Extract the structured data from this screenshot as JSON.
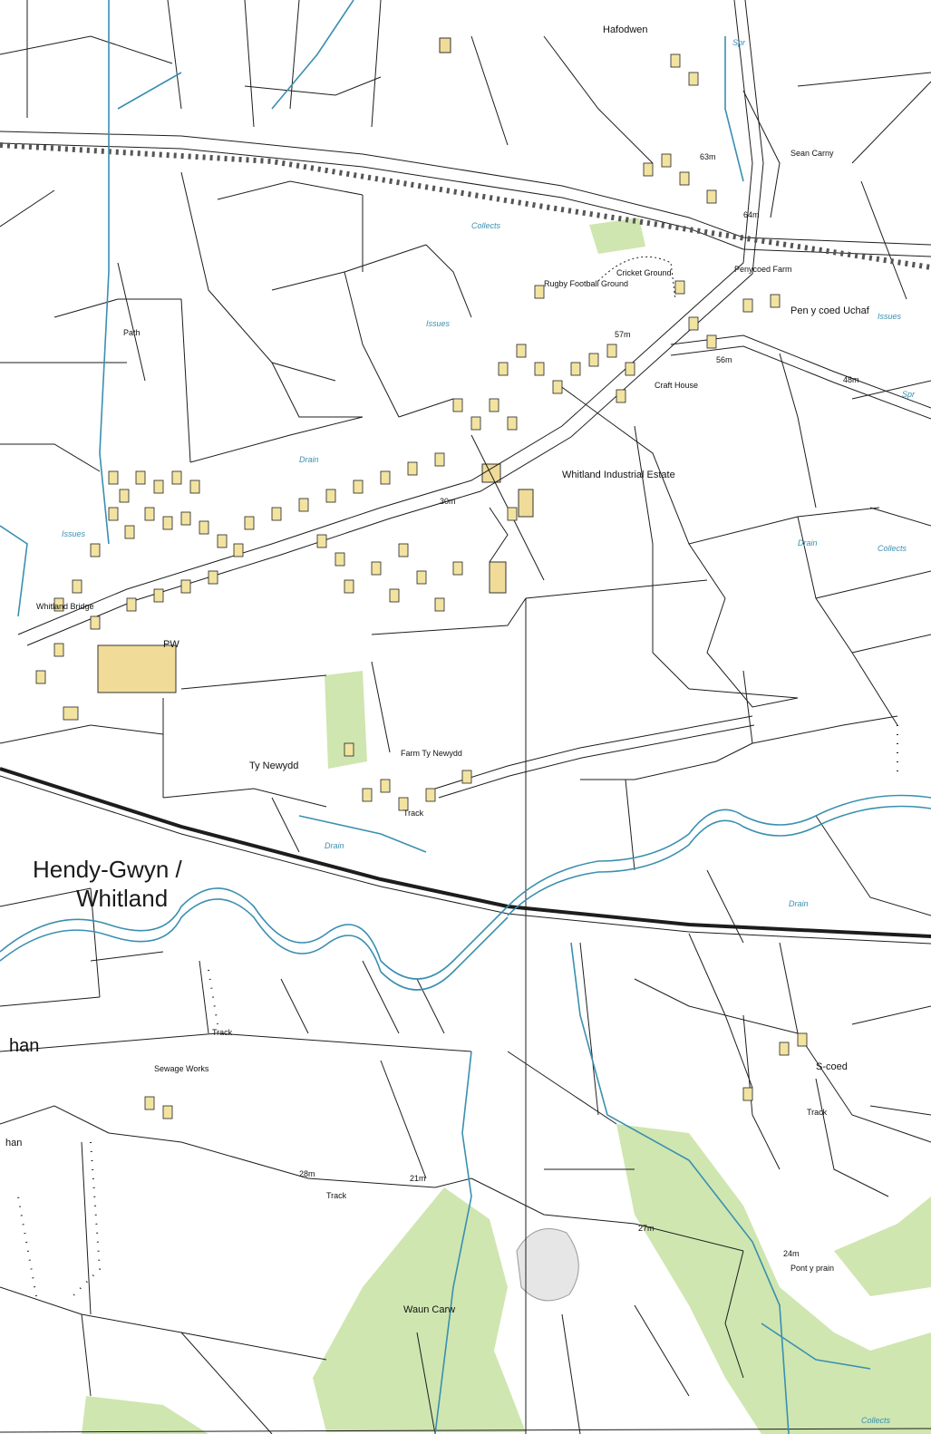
{
  "map": {
    "town_label_line1": "Hendy-Gwyn /",
    "town_label_line2": "Whitland",
    "partial_label_1": "han",
    "partial_label_2": "han",
    "places": {
      "hafodwen": "Hafodwen",
      "sean_carny": "Sean Carny",
      "rugby_ground": "Rugby Football Ground",
      "cricket_ground": "Cricket Ground",
      "penycoed_farm": "Penycoed Farm",
      "pen_y_coed_uchaf": "Pen y coed Uchaf",
      "craft_house": "Craft House",
      "industrial_estate": "Whitland Industrial Estate",
      "whitland_bridge": "Whitland Bridge",
      "pw": "PW",
      "ty_newydd": "Ty Newydd",
      "farm_ty_newydd": "Farm Ty Newydd",
      "sewage_works": "Sewage Works",
      "waun_carw": "Waun Carw",
      "s_coed": "S-coed",
      "pont_y_prain": "Pont y prain"
    },
    "heights": {
      "h63": "63m",
      "h64": "64m",
      "h57": "57m",
      "h56": "56m",
      "h48": "48m",
      "h30": "30m",
      "h28": "28m",
      "h21": "21m",
      "h27": "27m",
      "h24": "24m"
    },
    "water_labels": {
      "collects": "Collects",
      "issues": "Issues",
      "spr": "Spr",
      "drain": "Drain"
    },
    "feature_labels": {
      "track": "Track",
      "path": "Path"
    },
    "colors": {
      "woodland": "#cfe6b0",
      "building": "#f2e3a0",
      "large_building": "#f0dc98",
      "water": "#3a8fb0",
      "line": "#1d1d1d",
      "background": "#ffffff"
    }
  }
}
